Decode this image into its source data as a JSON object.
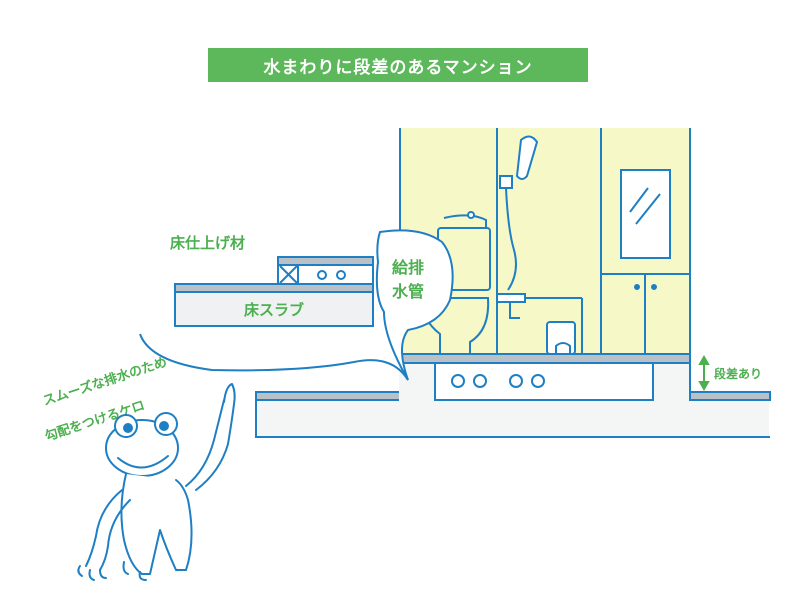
{
  "title": "水まわりに段差のあるマンション",
  "labels": {
    "floor_finish": "床仕上げ材",
    "floor_slab": "床スラブ",
    "pipe_line1": "給排",
    "pipe_line2": "水管",
    "step": "段差あり",
    "kero_line1": "スムーズな排水のため",
    "kero_line2": "勾配をつけるケロ"
  },
  "colors": {
    "outline": "#1e7fc4",
    "accent_green": "#4caf50",
    "title_bg": "#5cb85a",
    "wall_fill": "#f7f8c8",
    "slab_fill": "#f0f1f2",
    "floor_fill": "#b9c1c6"
  }
}
